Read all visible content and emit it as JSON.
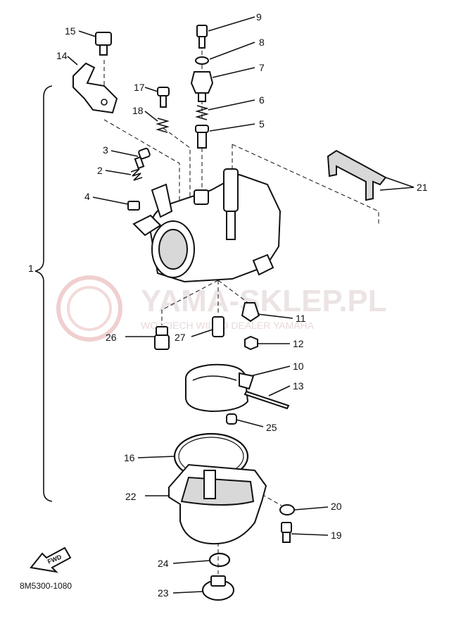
{
  "diagram": {
    "code": "8M5300-1080",
    "fwd_label": "FWD",
    "watermark": {
      "title": "YAMA-SKLEP.PL",
      "subtitle": "WOJCIECH WIDŁO DEALER YAMAHA"
    },
    "callouts": [
      "1",
      "2",
      "3",
      "4",
      "5",
      "6",
      "7",
      "8",
      "9",
      "10",
      "11",
      "12",
      "13",
      "14",
      "15",
      "16",
      "17",
      "18",
      "19",
      "20",
      "21",
      "22",
      "23",
      "24",
      "25",
      "26",
      "27"
    ]
  }
}
